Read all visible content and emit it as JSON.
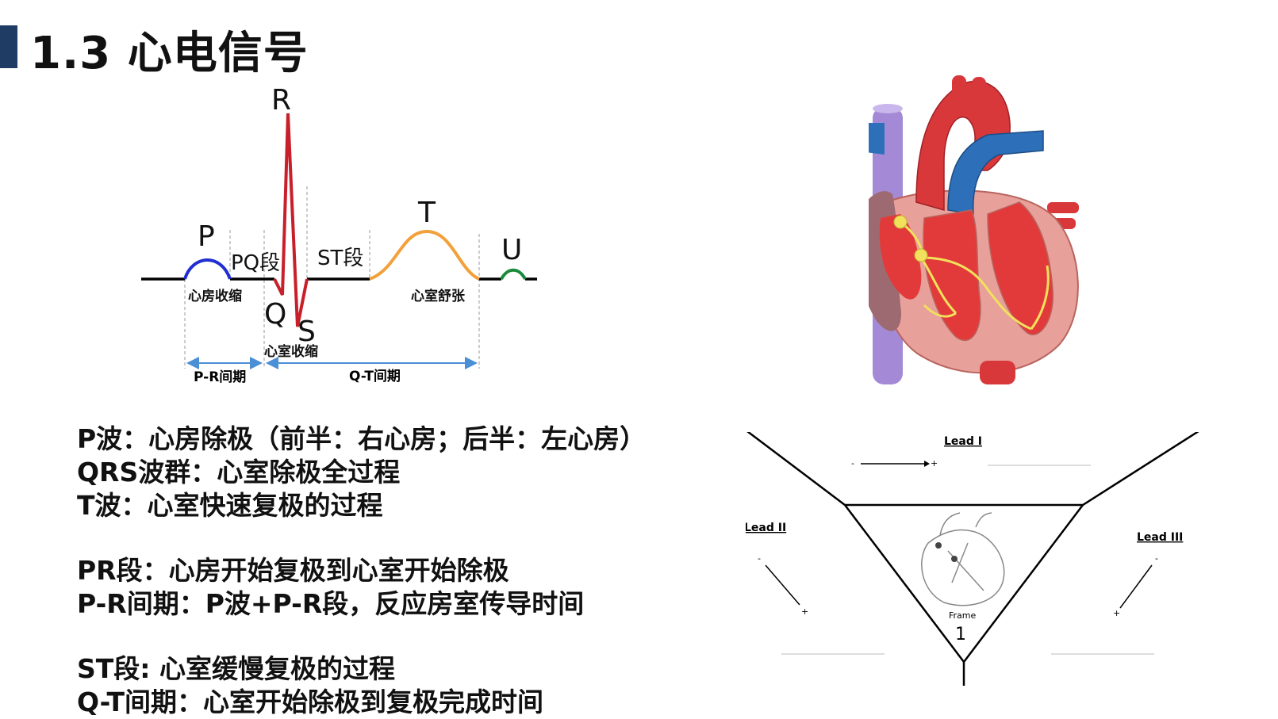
{
  "slide": {
    "title": "1.3 心电信号",
    "accent_color": "#1f3c64"
  },
  "ecg": {
    "wave_labels": {
      "p": "P",
      "q": "Q",
      "r": "R",
      "s": "S",
      "t": "T",
      "u": "U"
    },
    "segment_labels": {
      "pq": "PQ段",
      "st": "ST段"
    },
    "phase_labels": {
      "atrial_contraction": "心房收缩",
      "ventricular_contraction": "心室收缩",
      "ventricular_relaxation": "心室舒张"
    },
    "interval_labels": {
      "pr": "P-R间期",
      "qt": "Q-T间期"
    },
    "colors": {
      "baseline": "#000000",
      "p_wave": "#1f2fd1",
      "qrs": "#c8202a",
      "t_wave": "#f2a03a",
      "u_wave": "#1a8a3a",
      "interval_arrow": "#4b8fd6"
    }
  },
  "heart_illustration": {
    "icon": "heart-anatomy-icon",
    "colors": {
      "artery": "#d9383a",
      "vein": "#2d6fb8",
      "vena_cava": "#a48ad6",
      "muscle": "#e8a09a",
      "conduction": "#f2e15c"
    }
  },
  "einthoven": {
    "lead_labels": {
      "lead1": "Lead I",
      "lead2": "Lead II",
      "lead3": "Lead III"
    },
    "signs": {
      "minus": "-",
      "plus": "+"
    },
    "frame_label": "Frame",
    "frame_number": "1"
  },
  "notes": [
    "P波：心房除极（前半：右心房；后半：左心房）",
    "QRS波群：心室除极全过程",
    "T波：心室快速复极的过程",
    "PR段：心房开始复极到心室开始除极",
    "P-R间期：P波+P-R段，反应房室传导时间",
    "ST段: 心室缓慢复极的过程",
    "Q-T间期：心室开始除极到复极完成时间"
  ]
}
